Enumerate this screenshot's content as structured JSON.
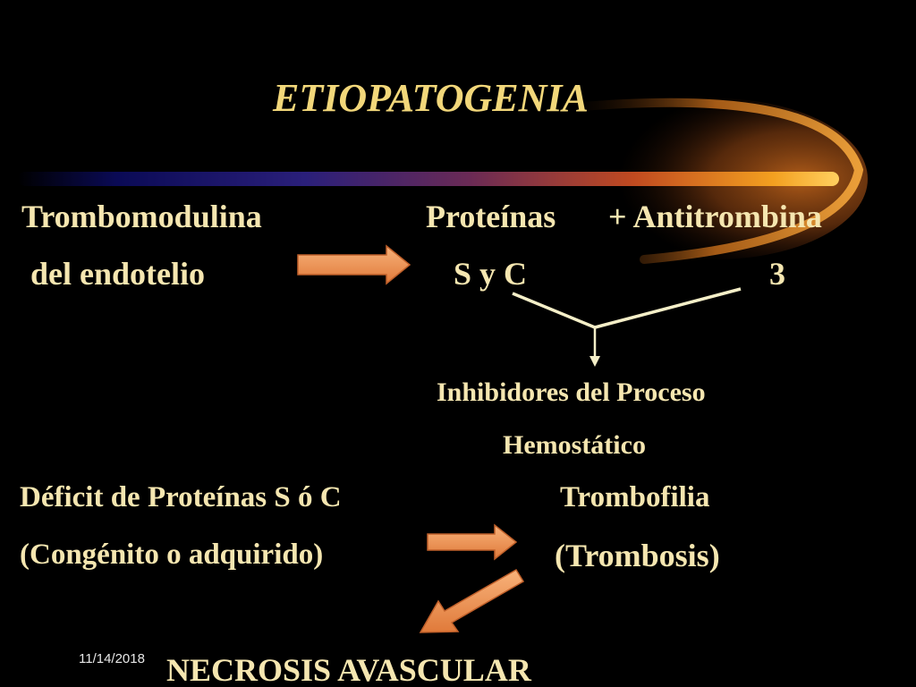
{
  "slide": {
    "title": "ETIOPATOGENIA",
    "row1": {
      "left_line1": "Trombomodulina",
      "left_line2": "del endotelio",
      "middle_line1": "Proteínas",
      "middle_line2": "S y C",
      "right_line1": "+ Antitrombina",
      "right_line2": "3"
    },
    "inhibitors": {
      "line1": "Inhibidores del Proceso",
      "line2": "Hemostático"
    },
    "row2": {
      "left_line1": "Déficit de Proteínas S ó C",
      "left_line2": "(Congénito o adquirido)",
      "right_line1": "Trombofilia",
      "right_line2": "(Trombosis)"
    },
    "result": "NECROSIS AVASCULAR",
    "date": "11/14/2018"
  },
  "colors": {
    "background": "#000000",
    "text": "#f5e6b0",
    "title": "#f2d77a",
    "arrow": "#f2a060",
    "line": "#f5efc8"
  }
}
